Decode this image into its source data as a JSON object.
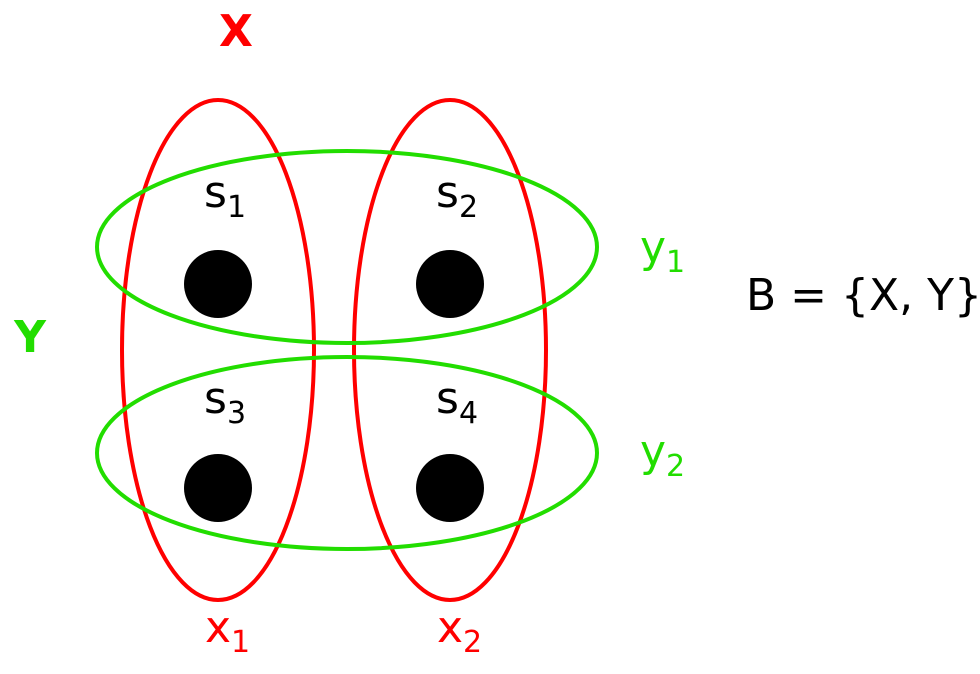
{
  "diagram": {
    "partition_x": {
      "name": "X",
      "color": "#ff0000",
      "cells": [
        "x",
        "x"
      ],
      "subscripts": [
        "1",
        "2"
      ]
    },
    "partition_y": {
      "name": "Y",
      "color": "#22dd00",
      "cells": [
        "y",
        "y"
      ],
      "subscripts": [
        "1",
        "2"
      ]
    },
    "states": [
      {
        "base": "s",
        "sub": "1"
      },
      {
        "base": "s",
        "sub": "2"
      },
      {
        "base": "s",
        "sub": "3"
      },
      {
        "base": "s",
        "sub": "4"
      }
    ],
    "equation": "B = {X, Y}",
    "dot_color": "#000000"
  }
}
